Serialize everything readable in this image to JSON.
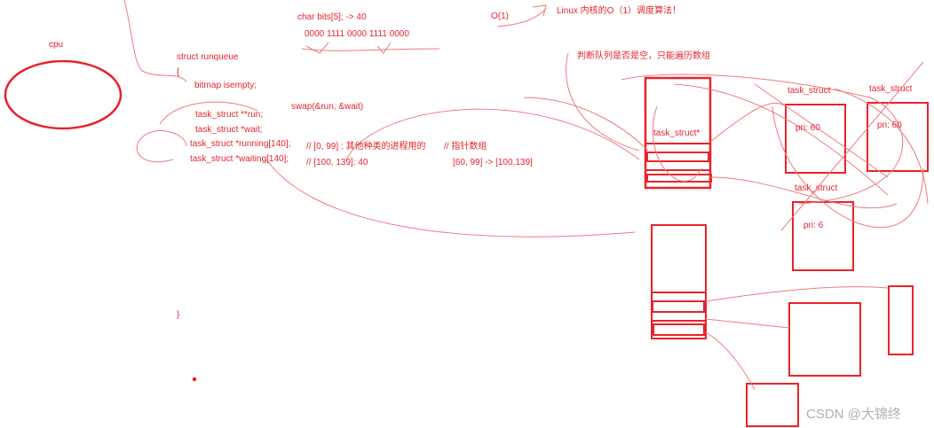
{
  "colors": {
    "ink": "#e8232b",
    "thin": "#f07a7e",
    "watermark": "#b0b0b0"
  },
  "cpu": {
    "label": "cpu"
  },
  "bits": {
    "decl": "char bits[5]; -> 40",
    "pattern": "0000 1111 0000 1111 0000"
  },
  "complexity": {
    "label": "O(1)",
    "title": "Linux 内核的O（1）调度算法！"
  },
  "note_empty": "判断队列是否是空，只能遍历数组",
  "code": {
    "struct_name": "struct runqueue",
    "open_brace": "{",
    "bitmap": "bitmap isempty;",
    "run": "task_struct **run;",
    "wait": "task_struct *wait;",
    "running": "task_struct *running[140];",
    "waiting": "task_struct *waiting[140];",
    "close_brace": "}"
  },
  "comments": {
    "swap": "swap(&run, &wait)",
    "range_other": "// [0, 99] : 其他种类的进程用的",
    "pointer_array": "// 指针数组",
    "range_normal": "// [100, 139]: 40",
    "mapping": "[60, 99] -> [100,139]"
  },
  "array_label": "task_struct*",
  "nodes": [
    {
      "label": "task_struct",
      "pri": "pri: 60"
    },
    {
      "label": "task_struct",
      "pri": "pri: 60"
    },
    {
      "label": "task_struct",
      "pri": "pri: 6"
    }
  ],
  "watermark": "CSDN @大锦终"
}
